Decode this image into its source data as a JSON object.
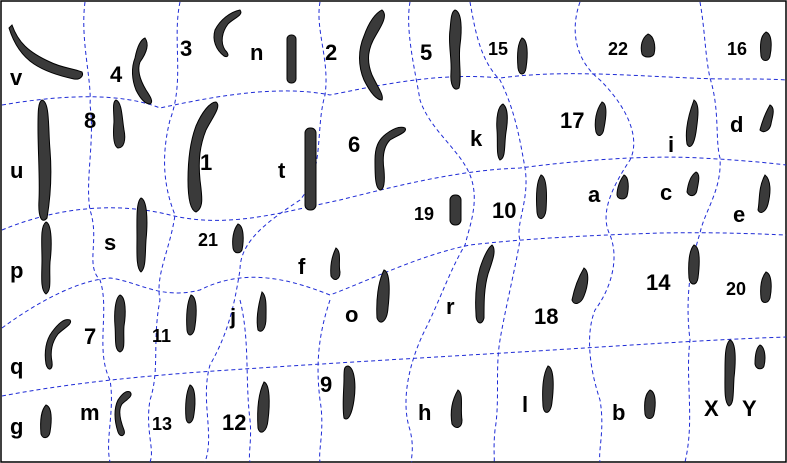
{
  "colors": {
    "divider": "#1e2bd6",
    "chromosome": "#3a3a3a",
    "text": "#000000",
    "border": "#000000"
  },
  "labels": {
    "v": "v",
    "n4": "4",
    "n3": "3",
    "n": "n",
    "n2": "2",
    "n5": "5",
    "n15": "15",
    "n22": "22",
    "n16": "16",
    "n8": "8",
    "u": "u",
    "n1": "1",
    "t": "t",
    "n6": "6",
    "k": "k",
    "n17": "17",
    "i": "i",
    "d": "d",
    "n19": "19",
    "n10": "10",
    "a": "a",
    "c": "c",
    "e": "e",
    "s": "s",
    "p": "p",
    "n21": "21",
    "f": "f",
    "n14": "14",
    "n20": "20",
    "n7": "7",
    "n11": "11",
    "j": "j",
    "o": "o",
    "r": "r",
    "n18": "18",
    "q": "q",
    "g": "g",
    "m": "m",
    "n13": "13",
    "n12": "12",
    "n9": "9",
    "h": "h",
    "l": "l",
    "b": "b",
    "X": "X",
    "Y": "Y"
  }
}
